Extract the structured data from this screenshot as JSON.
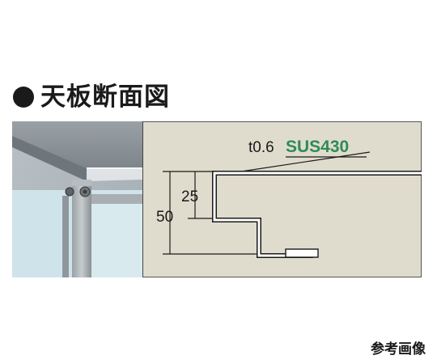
{
  "heading": {
    "title": "天板断面図",
    "bullet_icon": "black-circle-bullet"
  },
  "section": {
    "thickness_label": "t0.6",
    "material_label": "SUS430",
    "dim_25": "25",
    "dim_50": "50"
  },
  "footer": {
    "reference_label": "参考画像"
  },
  "colors": {
    "panel_background": "#e0dccd",
    "material_text": "#2e8b57",
    "line": "#1a1a1a",
    "profile_fill": "#ffffff"
  }
}
